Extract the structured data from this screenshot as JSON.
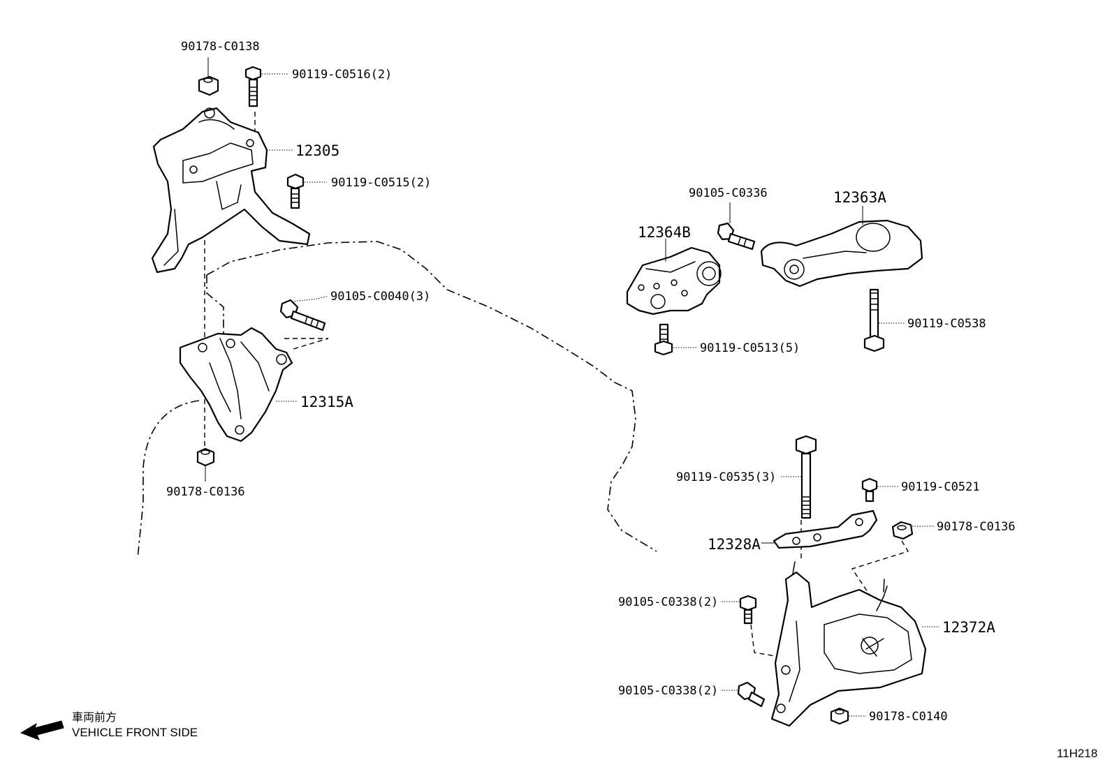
{
  "labels": {
    "p_90178_C0138": "90178-C0138",
    "p_90119_C0516": "90119-C0516(2)",
    "p_12305": "12305",
    "p_90119_C0515": "90119-C0515(2)",
    "p_90105_C0040": "90105-C0040(3)",
    "p_12315A": "12315A",
    "p_90178_C0136_left": "90178-C0136",
    "p_90105_C0336": "90105-C0336",
    "p_12363A": "12363A",
    "p_12364B": "12364B",
    "p_90119_C0538": "90119-C0538",
    "p_90119_C0513": "90119-C0513(5)",
    "p_90119_C0535": "90119-C0535(3)",
    "p_90119_C0521": "90119-C0521",
    "p_90178_C0136_right": "90178-C0136",
    "p_12328A": "12328A",
    "p_90105_C0338_a": "90105-C0338(2)",
    "p_12372A": "12372A",
    "p_90105_C0338_b": "90105-C0338(2)",
    "p_90178_C0140": "90178-C0140"
  },
  "legend": {
    "jp": "車両前方",
    "en": "VEHICLE FRONT SIDE"
  },
  "figure_number": "11H218"
}
